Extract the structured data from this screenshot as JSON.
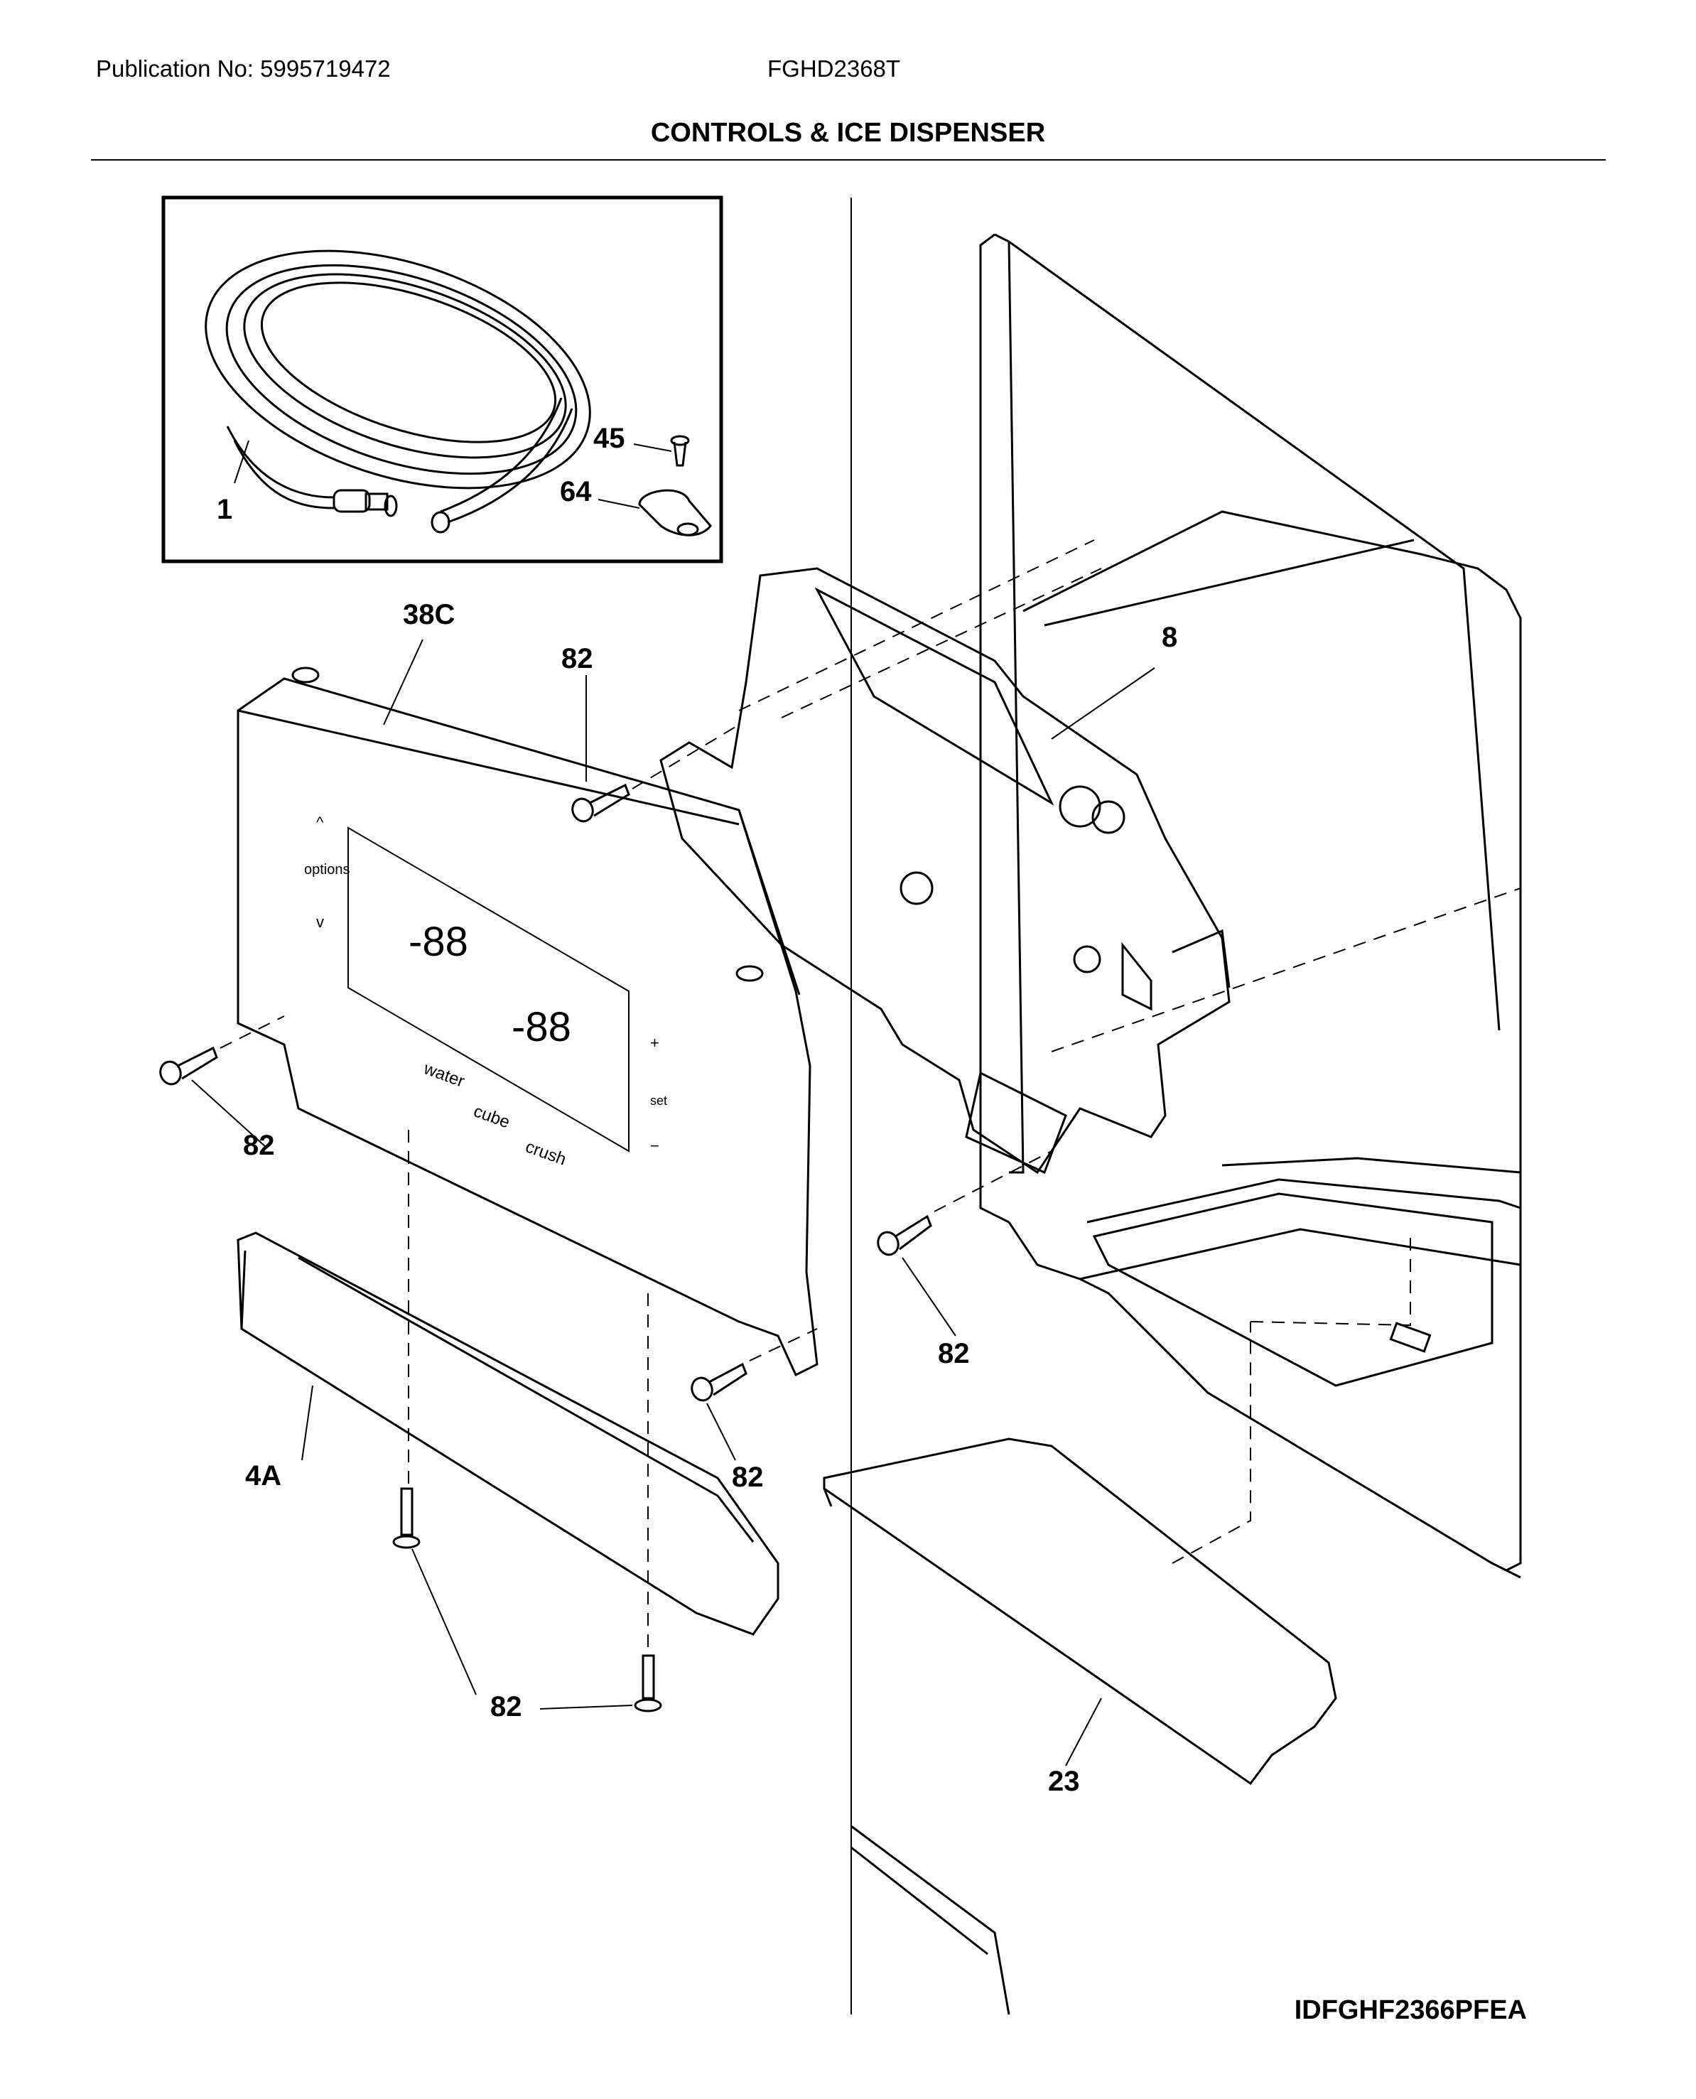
{
  "header": {
    "publication": "Publication No: 5995719472",
    "model": "FGHD2368T"
  },
  "title": "CONTROLS & ICE DISPENSER",
  "footer_code": "IDFGHF2366PFEA",
  "callouts": {
    "tube": "1",
    "screw_top": "45",
    "clamp": "64",
    "control_panel": "38C",
    "dispenser_housing": "8",
    "screw_upper": "82",
    "screw_left": "82",
    "screw_right": "82",
    "screw_bottom_mid": "82",
    "screw_bottom": "82",
    "trim": "4A",
    "drip_tray": "23"
  },
  "panel": {
    "up": "^",
    "options": "options",
    "down": "v",
    "plus": "+",
    "set": "set",
    "minus": "−",
    "freezer_temp": "-88",
    "fridge_temp": "-88",
    "water": "water",
    "cube": "cube",
    "crush": "crush"
  }
}
